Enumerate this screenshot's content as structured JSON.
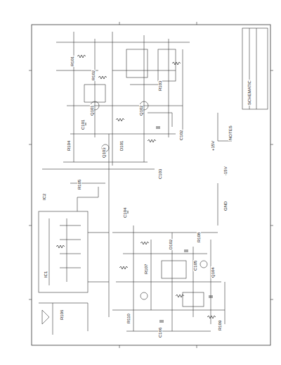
{
  "diagram": {
    "labels": [
      "R101",
      "R102",
      "C101",
      "Q101",
      "Q102",
      "R103",
      "C102",
      "D101",
      "R104",
      "Q103",
      "C103",
      "R105",
      "IC1",
      "R106",
      "C104",
      "R107",
      "D102",
      "C105",
      "R108",
      "Q104",
      "R109",
      "C106",
      "R110",
      "IC2",
      "+15V",
      "-15V",
      "GND",
      "NOTES",
      "SCHEMATIC"
    ]
  }
}
